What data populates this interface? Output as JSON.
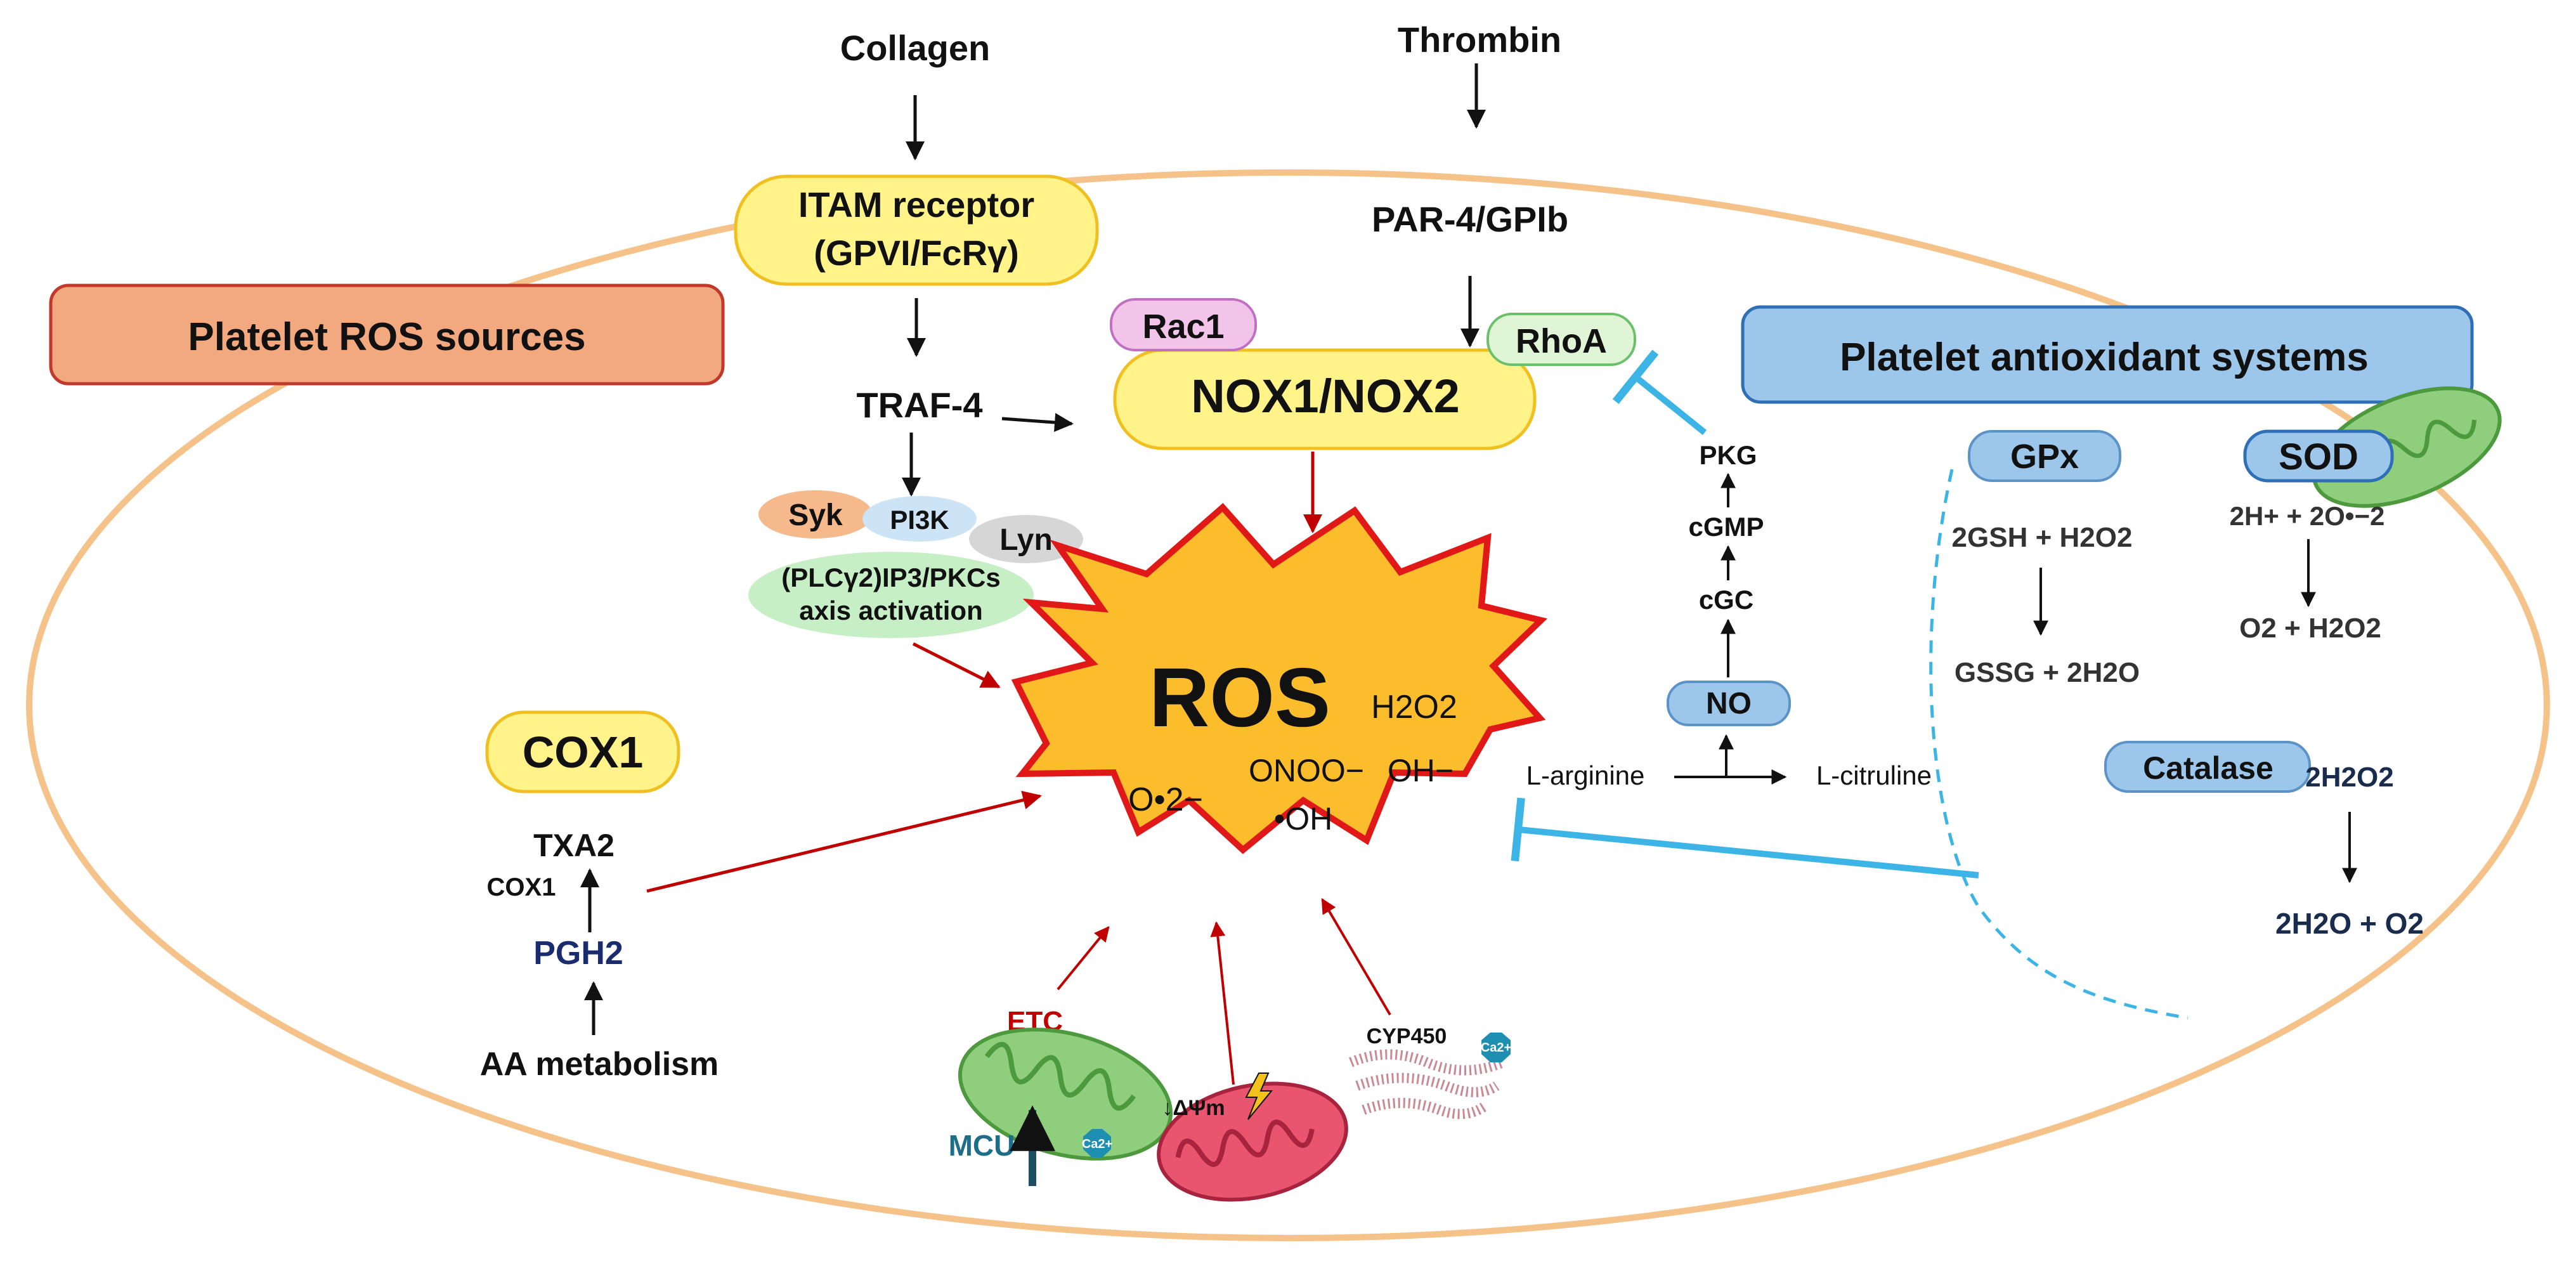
{
  "inputs": {
    "collagen": "Collagen",
    "thrombin": "Thrombin"
  },
  "receptors": {
    "itam_line1": "ITAM receptor",
    "itam_line2": "(GPVI/FcRγ)",
    "par4": "PAR-4/GPIb"
  },
  "panels": {
    "ros_sources": "Platelet ROS sources",
    "antioxidant": "Platelet antioxidant systems"
  },
  "nox": {
    "label": "NOX1/NOX2",
    "rac1": "Rac1",
    "rhoa": "RhoA"
  },
  "signaling": {
    "traf4": "TRAF-4",
    "syk": "Syk",
    "pi3k": "PI3K",
    "lyn": "Lyn",
    "plc_line1": "(PLCγ2)IP3/PKCs",
    "plc_line2": "axis activation"
  },
  "ros": {
    "label": "ROS",
    "h2o2": "H2O2",
    "superoxide": "O•2−",
    "peroxynitrite": "ONOO−",
    "hydroxide": "OH−",
    "hydroxyl": "•OH"
  },
  "cox": {
    "box": "COX1",
    "txa2": "TXA2",
    "enzyme": "COX1",
    "pgh2": "PGH2",
    "aa": "AA metabolism"
  },
  "mito": {
    "etc": "ETC",
    "mcu": "MCU",
    "delta_psi": "↓ΔΨm",
    "cyp450": "CYP450",
    "ca": "Ca2+"
  },
  "no_pathway": {
    "pkg": "PKG",
    "cgmp": "cGMP",
    "cgc": "cGC",
    "no": "NO",
    "arginine": "L-arginine",
    "citruline": "L-citruline"
  },
  "antioxidants": {
    "gpx": "GPx",
    "gpx_in": "2GSH + H2O2",
    "gpx_out": "GSSG + 2H2O",
    "sod": "SOD",
    "sod_in": "2H+ + 2O•−2",
    "sod_out": "O2 + H2O2",
    "catalase": "Catalase",
    "cat_in": "2H2O2",
    "cat_out": "2H2O + O2"
  },
  "colors": {
    "red_arrow": "#c00000",
    "inhibit": "#3cb4e6",
    "yellow_fill": "#fff38a",
    "yellow_stroke": "#f0c020",
    "orange_panel": "#f3a97f",
    "blue_panel": "#9cc6ea",
    "starburst": "#fbbd2c",
    "cell_outline": "#f5c28a"
  }
}
